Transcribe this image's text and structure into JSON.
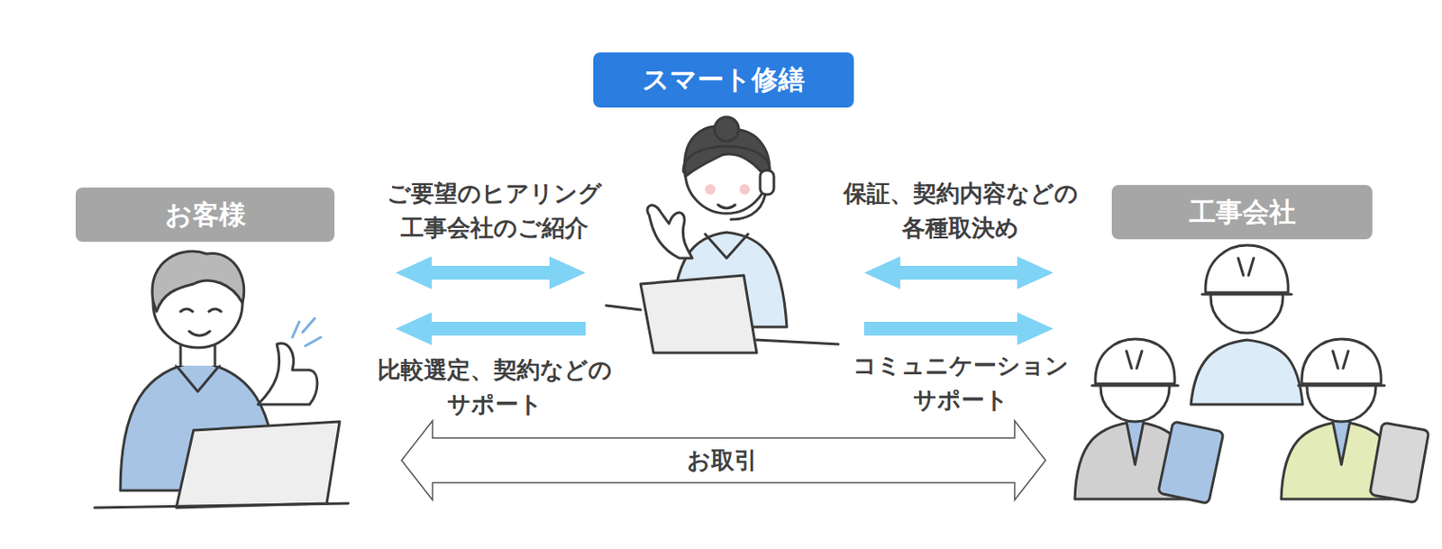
{
  "diagram": {
    "nodes": [
      {
        "text": [
          "スマート修繕"
        ]
      },
      {
        "text": [
          "お客様"
        ]
      },
      {
        "text": [
          "工事会社"
        ]
      }
    ],
    "edges": [
      {
        "from": 1,
        "to": 0,
        "arrow": "both",
        "label": "ご要望のヒアリング 工事会社のご紹介"
      },
      {
        "from": 0,
        "to": 1,
        "arrow": "to",
        "label": "比較選定、契約などの サポート"
      },
      {
        "from": 0,
        "to": 2,
        "arrow": "both",
        "label": "保証、契約内容などの 各種取決め"
      },
      {
        "from": 0,
        "to": 2,
        "arrow": "to",
        "label": "コミュニケーション サポート"
      },
      {
        "from": 1,
        "to": 2,
        "arrow": "both",
        "label": "お取引"
      }
    ]
  }
}
